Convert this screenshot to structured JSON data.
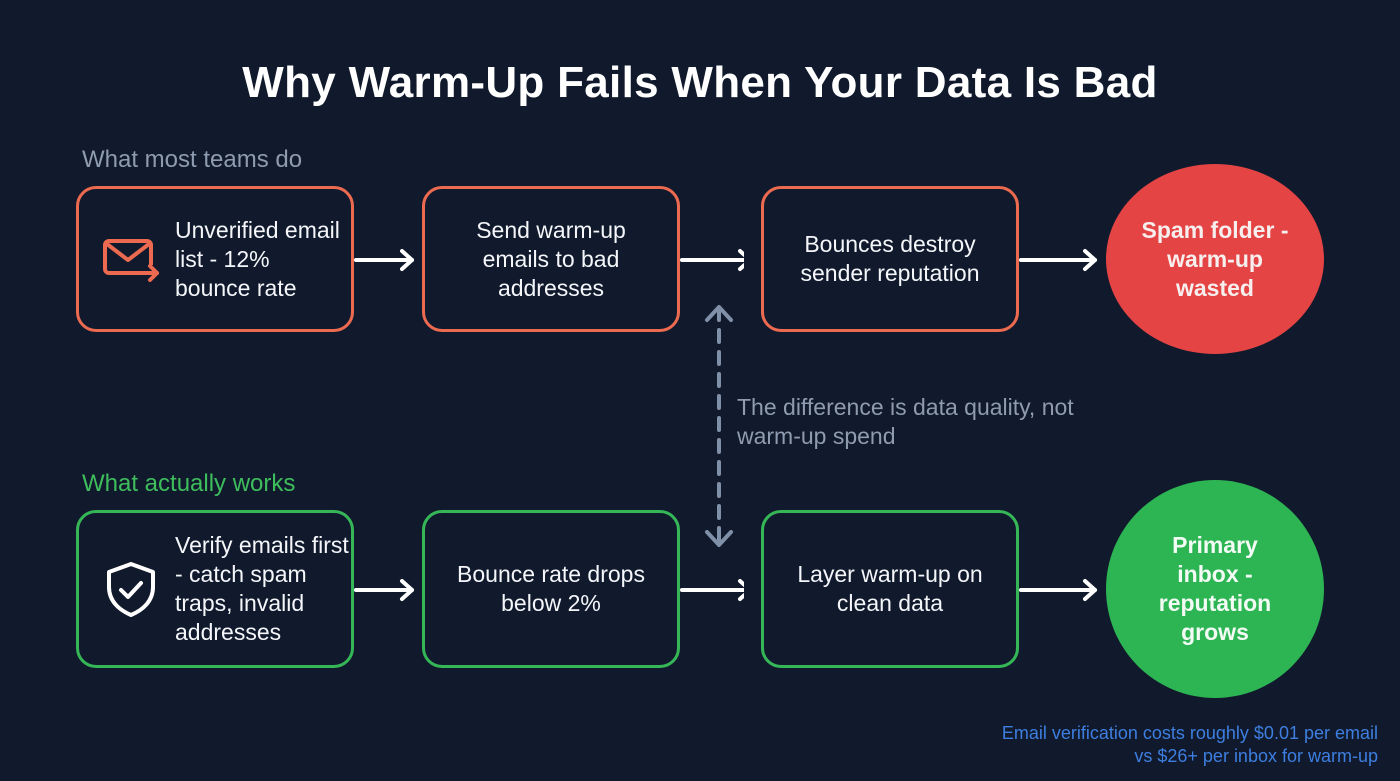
{
  "title": "Why Warm-Up Fails When Your Data Is Bad",
  "sections": {
    "bad": {
      "label": "What most teams do",
      "steps": [
        {
          "text": "Unverified email list - 12% bounce rate",
          "icon": "email-send-icon"
        },
        {
          "text": "Send warm-up emails to bad addresses"
        },
        {
          "text": "Bounces destroy sender reputation"
        }
      ],
      "outcome": "Spam folder - warm-up wasted"
    },
    "good": {
      "label": "What actually works",
      "steps": [
        {
          "text": "Verify emails first - catch spam traps, invalid addresses",
          "icon": "shield-check-icon"
        },
        {
          "text": "Bounce rate drops below 2%"
        },
        {
          "text": "Layer warm-up on clean data"
        }
      ],
      "outcome": "Primary inbox - reputation grows"
    }
  },
  "comparison_note": "The difference is data quality, not warm-up spend",
  "footnote": "Email verification costs roughly $0.01 per email vs $26+ per inbox for warm-up",
  "colors": {
    "background": "#111a2c",
    "bad_accent": "#ec6a50",
    "bad_outcome": "#e54444",
    "good_accent": "#35b657",
    "good_outcome": "#2db554",
    "muted_text": "#8f9bb0",
    "footnote": "#3d7ee0"
  }
}
